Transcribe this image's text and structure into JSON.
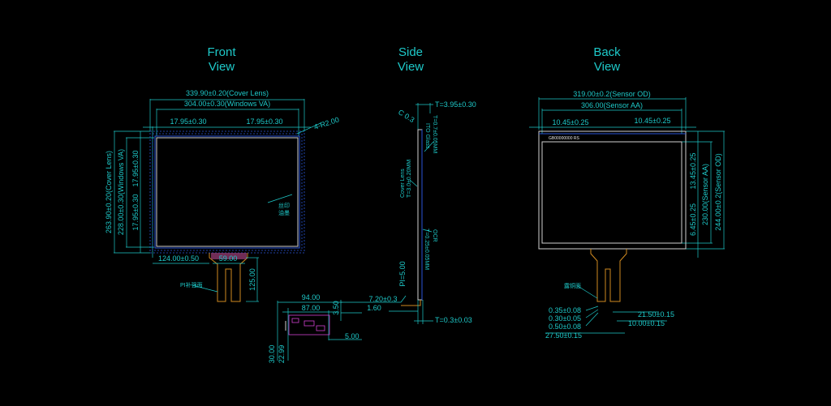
{
  "titles": {
    "front": [
      "Front",
      "View"
    ],
    "side": [
      "Side",
      "View"
    ],
    "back": [
      "Back",
      "View"
    ]
  },
  "front": {
    "cover_width": "339.90±0.20(Cover Lens)",
    "va_width": "304.00±0.30(Windows VA)",
    "margin_left": "17.95±0.30",
    "margin_right": "17.95±0.30",
    "radius": "4-R2.00",
    "cover_height": "263.90±0.20(Cover Lens)",
    "va_height": "228.00±0.30(Windows VA)",
    "margin_v1": "17.95±0.30",
    "margin_v2": "17.95±0.30",
    "fpc_offset": "124.00±0.50",
    "fpc_width": "59.00",
    "fpc_length": "125.00",
    "pi_note": "PI补强面",
    "silk_note_1": "丝印",
    "silk_note_2": "油墨",
    "detail_w1": "94.00",
    "detail_w2": "87.00",
    "detail_h1": "3.50",
    "detail_h2": "5.00",
    "detail_v1": "30.00",
    "detail_v2": "22.99"
  },
  "side": {
    "chamfer": "C 0.3",
    "thickness": "T=3.95±0.30",
    "ito_glass": "ITO Glass",
    "ito_t": "T=0.7±0.05MM",
    "cover_lens": "Cover Lens",
    "cover_t": "T=3.0±0.20MM",
    "ocr": "OCR",
    "ocr_t": "T=0.25±0.05MM",
    "pi": "PI=5.00",
    "fpc_len": "7.20±0.3",
    "fpc_offset": "1.60",
    "fpc_t": "T=0.3±0.03"
  },
  "back": {
    "sensor_od_w": "319.00±0.2(Sensor OD)",
    "sensor_aa_w": "306.00(Sensor AA)",
    "margin_left": "10.45±0.25",
    "margin_right": "10.45±0.25",
    "margin_top": "13.45±0.25",
    "margin_bottom": "6.45±0.25",
    "sensor_aa_h": "230.00(Sensor AA)",
    "sensor_od_h": "244.00±0.2(Sensor OD)",
    "label": "GB00000000 RS",
    "copper_note": "露铜面",
    "pin_pitch": "0.35±0.08",
    "pin_width": "0.30±0.05",
    "pin_gap": "0.50±0.08",
    "connector_w": "27.50±0.15",
    "fpc_w": "21.50±0.15",
    "fpc_w2": "10.00±0.15"
  }
}
